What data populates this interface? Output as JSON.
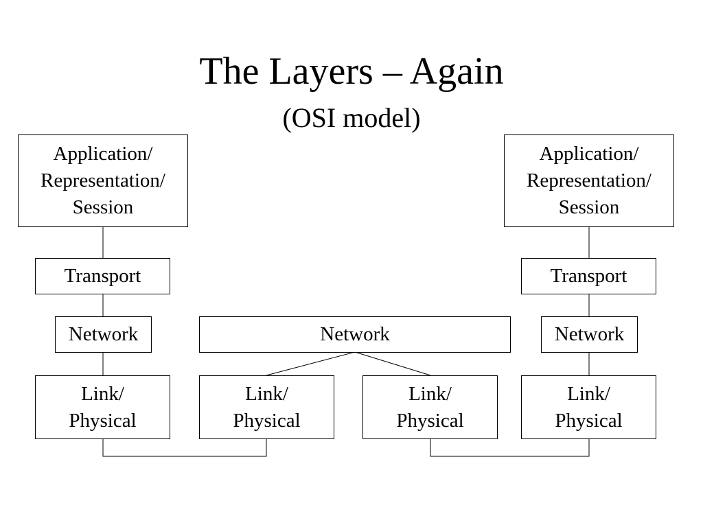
{
  "title": "The Layers – Again",
  "subtitle": "(OSI model)",
  "left_stack": {
    "application": "Application/\nRepresentation/\nSession",
    "transport": "Transport",
    "network": "Network",
    "link": "Link/\nPhysical"
  },
  "middle": {
    "network": "Network",
    "link_left": "Link/\nPhysical",
    "link_right": "Link/\nPhysical"
  },
  "right_stack": {
    "application": "Application/\nRepresentation/\nSession",
    "transport": "Transport",
    "network": "Network",
    "link": "Link/\nPhysical"
  }
}
